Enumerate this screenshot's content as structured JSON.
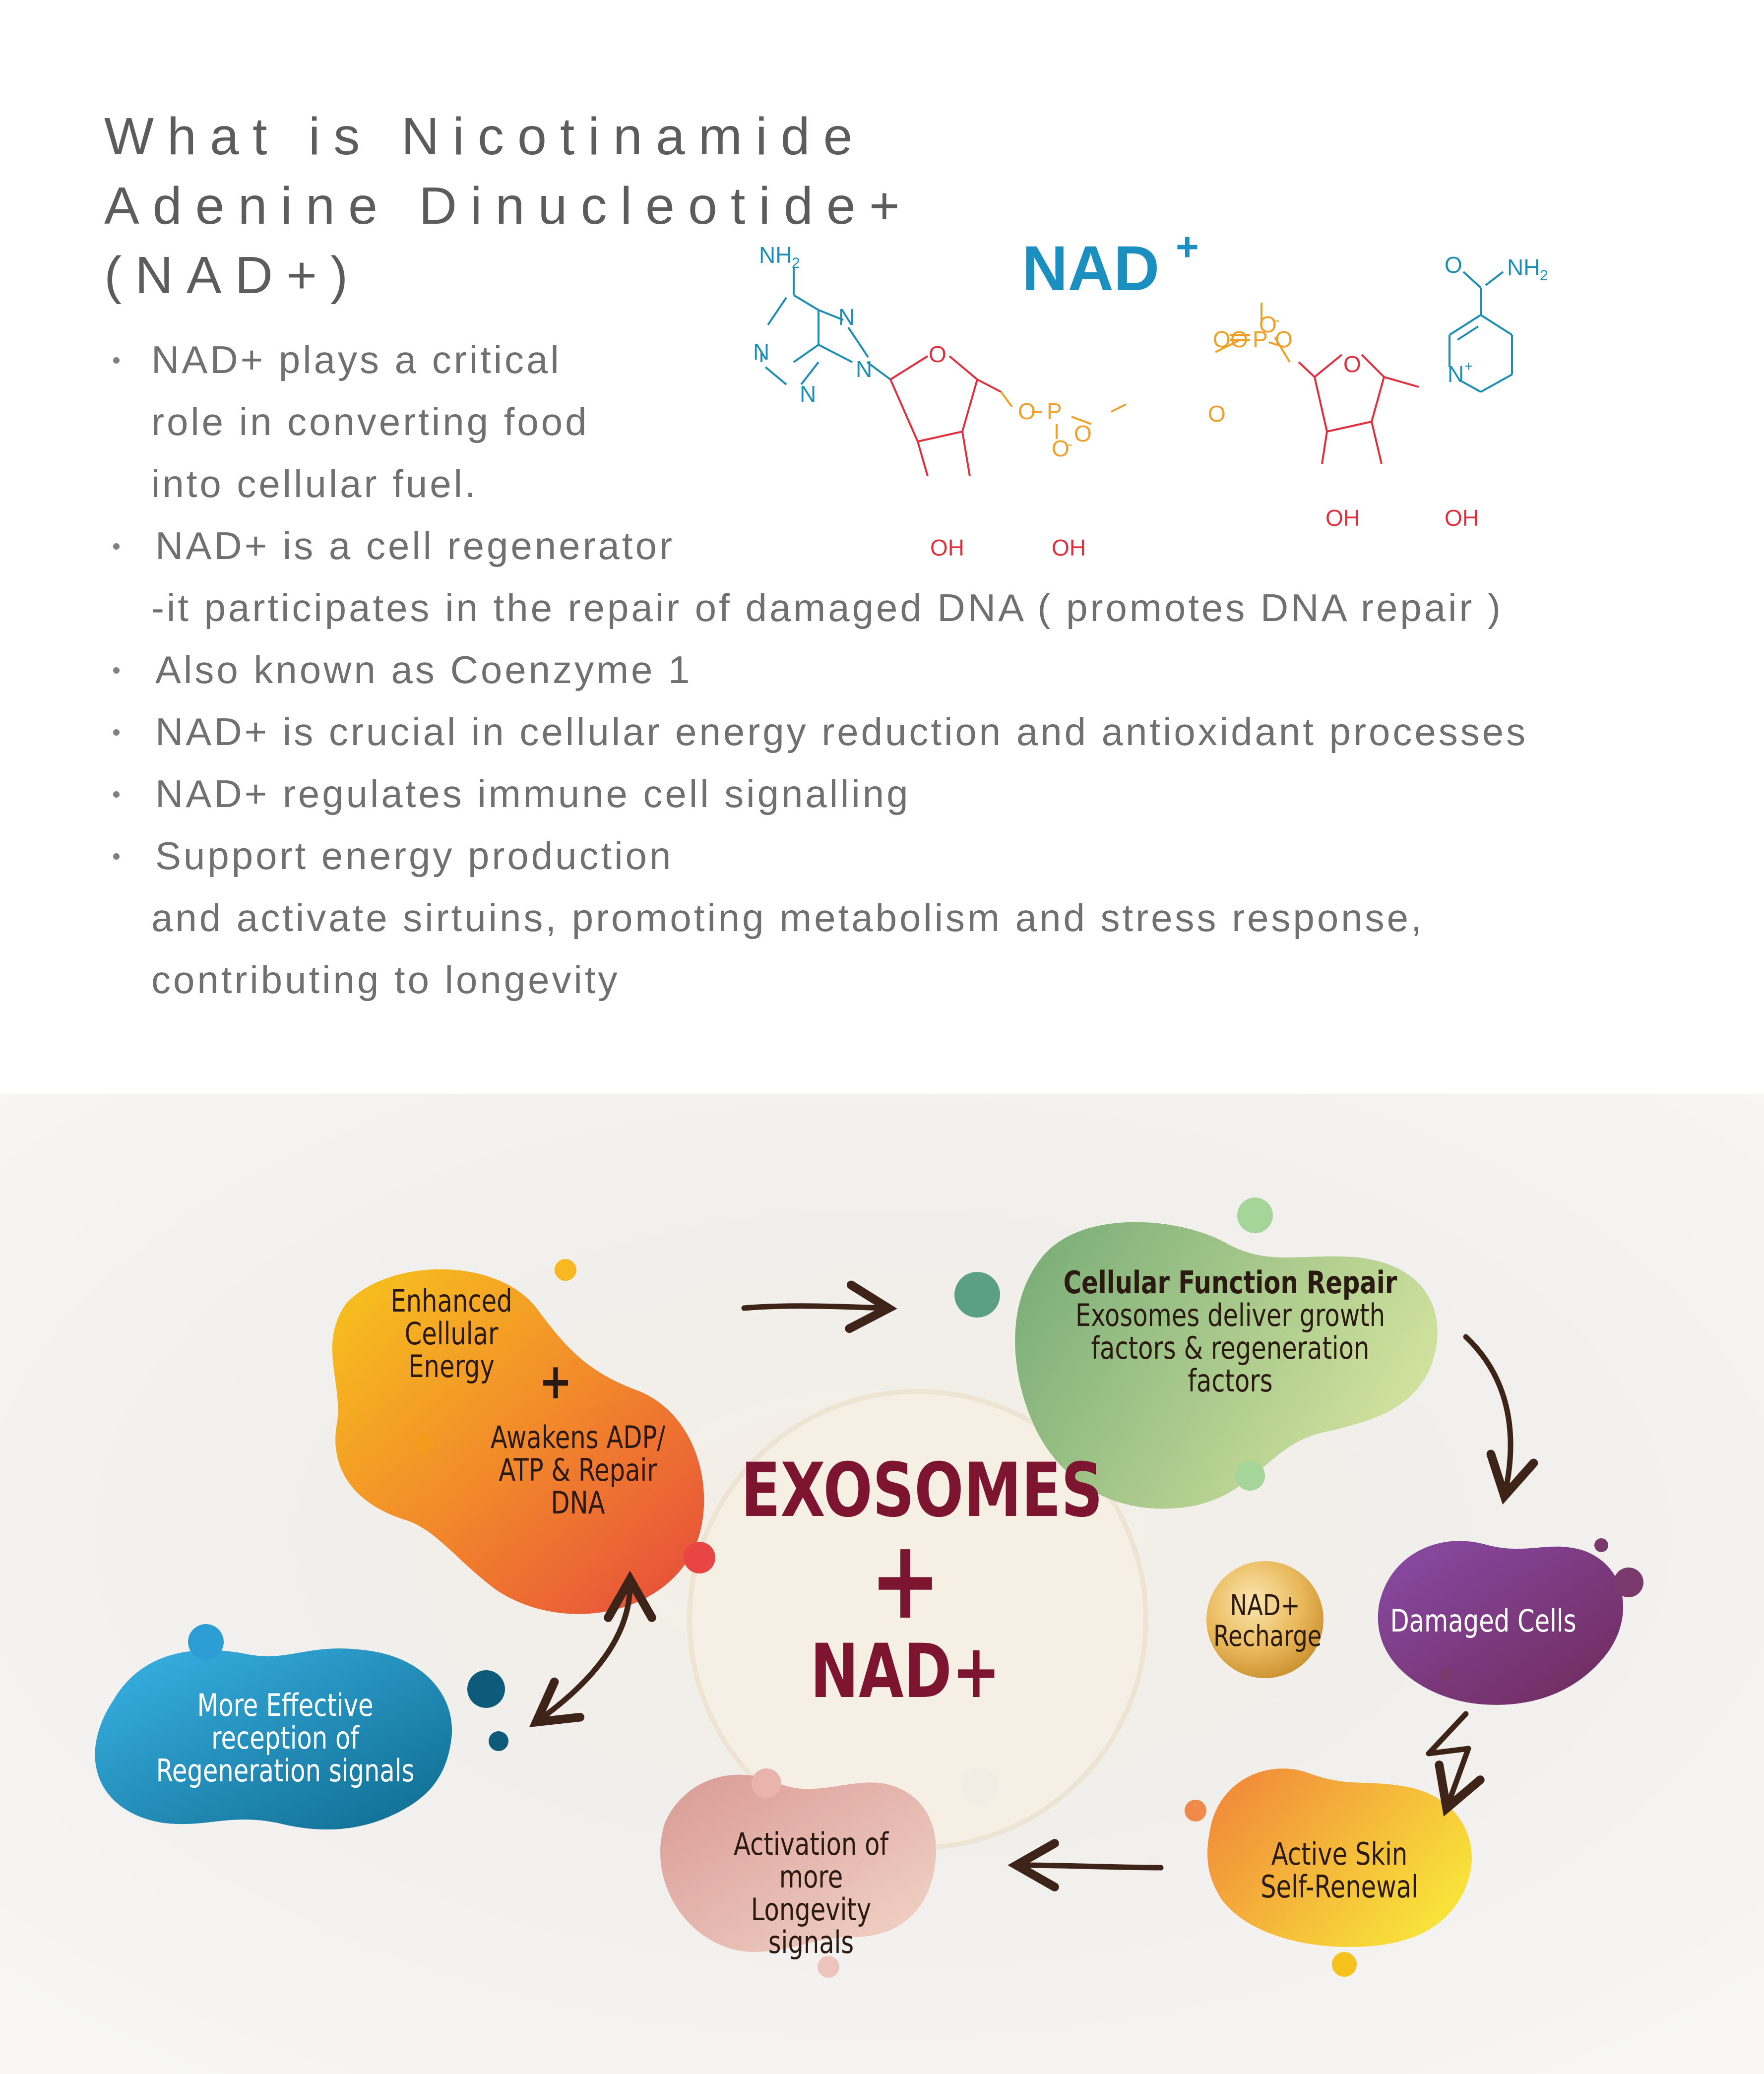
{
  "title": "What is Nicotinamide\nAdenine Dinucleotide+\n(NAD+)",
  "bullets": [
    {
      "lines": [
        "NAD+ plays a critical",
        "role in converting food",
        "into cellular fuel."
      ]
    },
    {
      "lines": [
        "NAD+ is a cell regenerator",
        "-it participates in the repair of damaged DNA ( promotes DNA repair )"
      ]
    },
    {
      "lines": [
        "Also known as Coenzyme 1"
      ]
    },
    {
      "lines": [
        "NAD+ is crucial in cellular energy reduction and antioxidant processes"
      ]
    },
    {
      "lines": [
        "NAD+ regulates immune cell signalling"
      ]
    },
    {
      "lines": [
        "Support energy production",
        "and activate sirtuins, promoting metabolism and stress response,",
        "contributing to longevity"
      ]
    }
  ],
  "molecule": {
    "name": "NAD",
    "charge": "+",
    "labels": {
      "nh2": "NH",
      "nh2_sub": "2",
      "n": "N",
      "n_plus": "+",
      "o": "O",
      "o_minus": "-",
      "p": "P",
      "oh": "OH"
    },
    "colors": {
      "base": "#1e8fb3",
      "sugar": "#e0303e",
      "phosphate": "#f0a028",
      "title": "#1b8fc0"
    }
  },
  "diagram": {
    "center": {
      "line1": "EXOSOMES",
      "plus": "+",
      "line2": "NAD+"
    },
    "energy": {
      "line1": "Enhanced",
      "line2": "Cellular",
      "line3": "Energy",
      "plus": "+"
    },
    "awakens": {
      "line1": "Awakens ADP/",
      "line2": "ATP & Repair",
      "line3": "DNA"
    },
    "repair": {
      "title": "Cellular Function Repair",
      "line1": "Exosomes deliver growth",
      "line2": "factors & regeneration",
      "line3": "factors"
    },
    "damaged": {
      "label": "Damaged Cells"
    },
    "recharge": {
      "line1": "NAD+",
      "line2": "Recharge"
    },
    "renewal": {
      "line1": "Active Skin",
      "line2": "Self-Renewal"
    },
    "longevity": {
      "line1": "Activation of",
      "line2": "more Longevity",
      "line3": "signals"
    },
    "reception": {
      "line1": "More Effective",
      "line2": "reception of",
      "line3": "Regeneration signals"
    },
    "colors": {
      "center_text": "#7d1430",
      "arrow": "#3e2418"
    }
  }
}
